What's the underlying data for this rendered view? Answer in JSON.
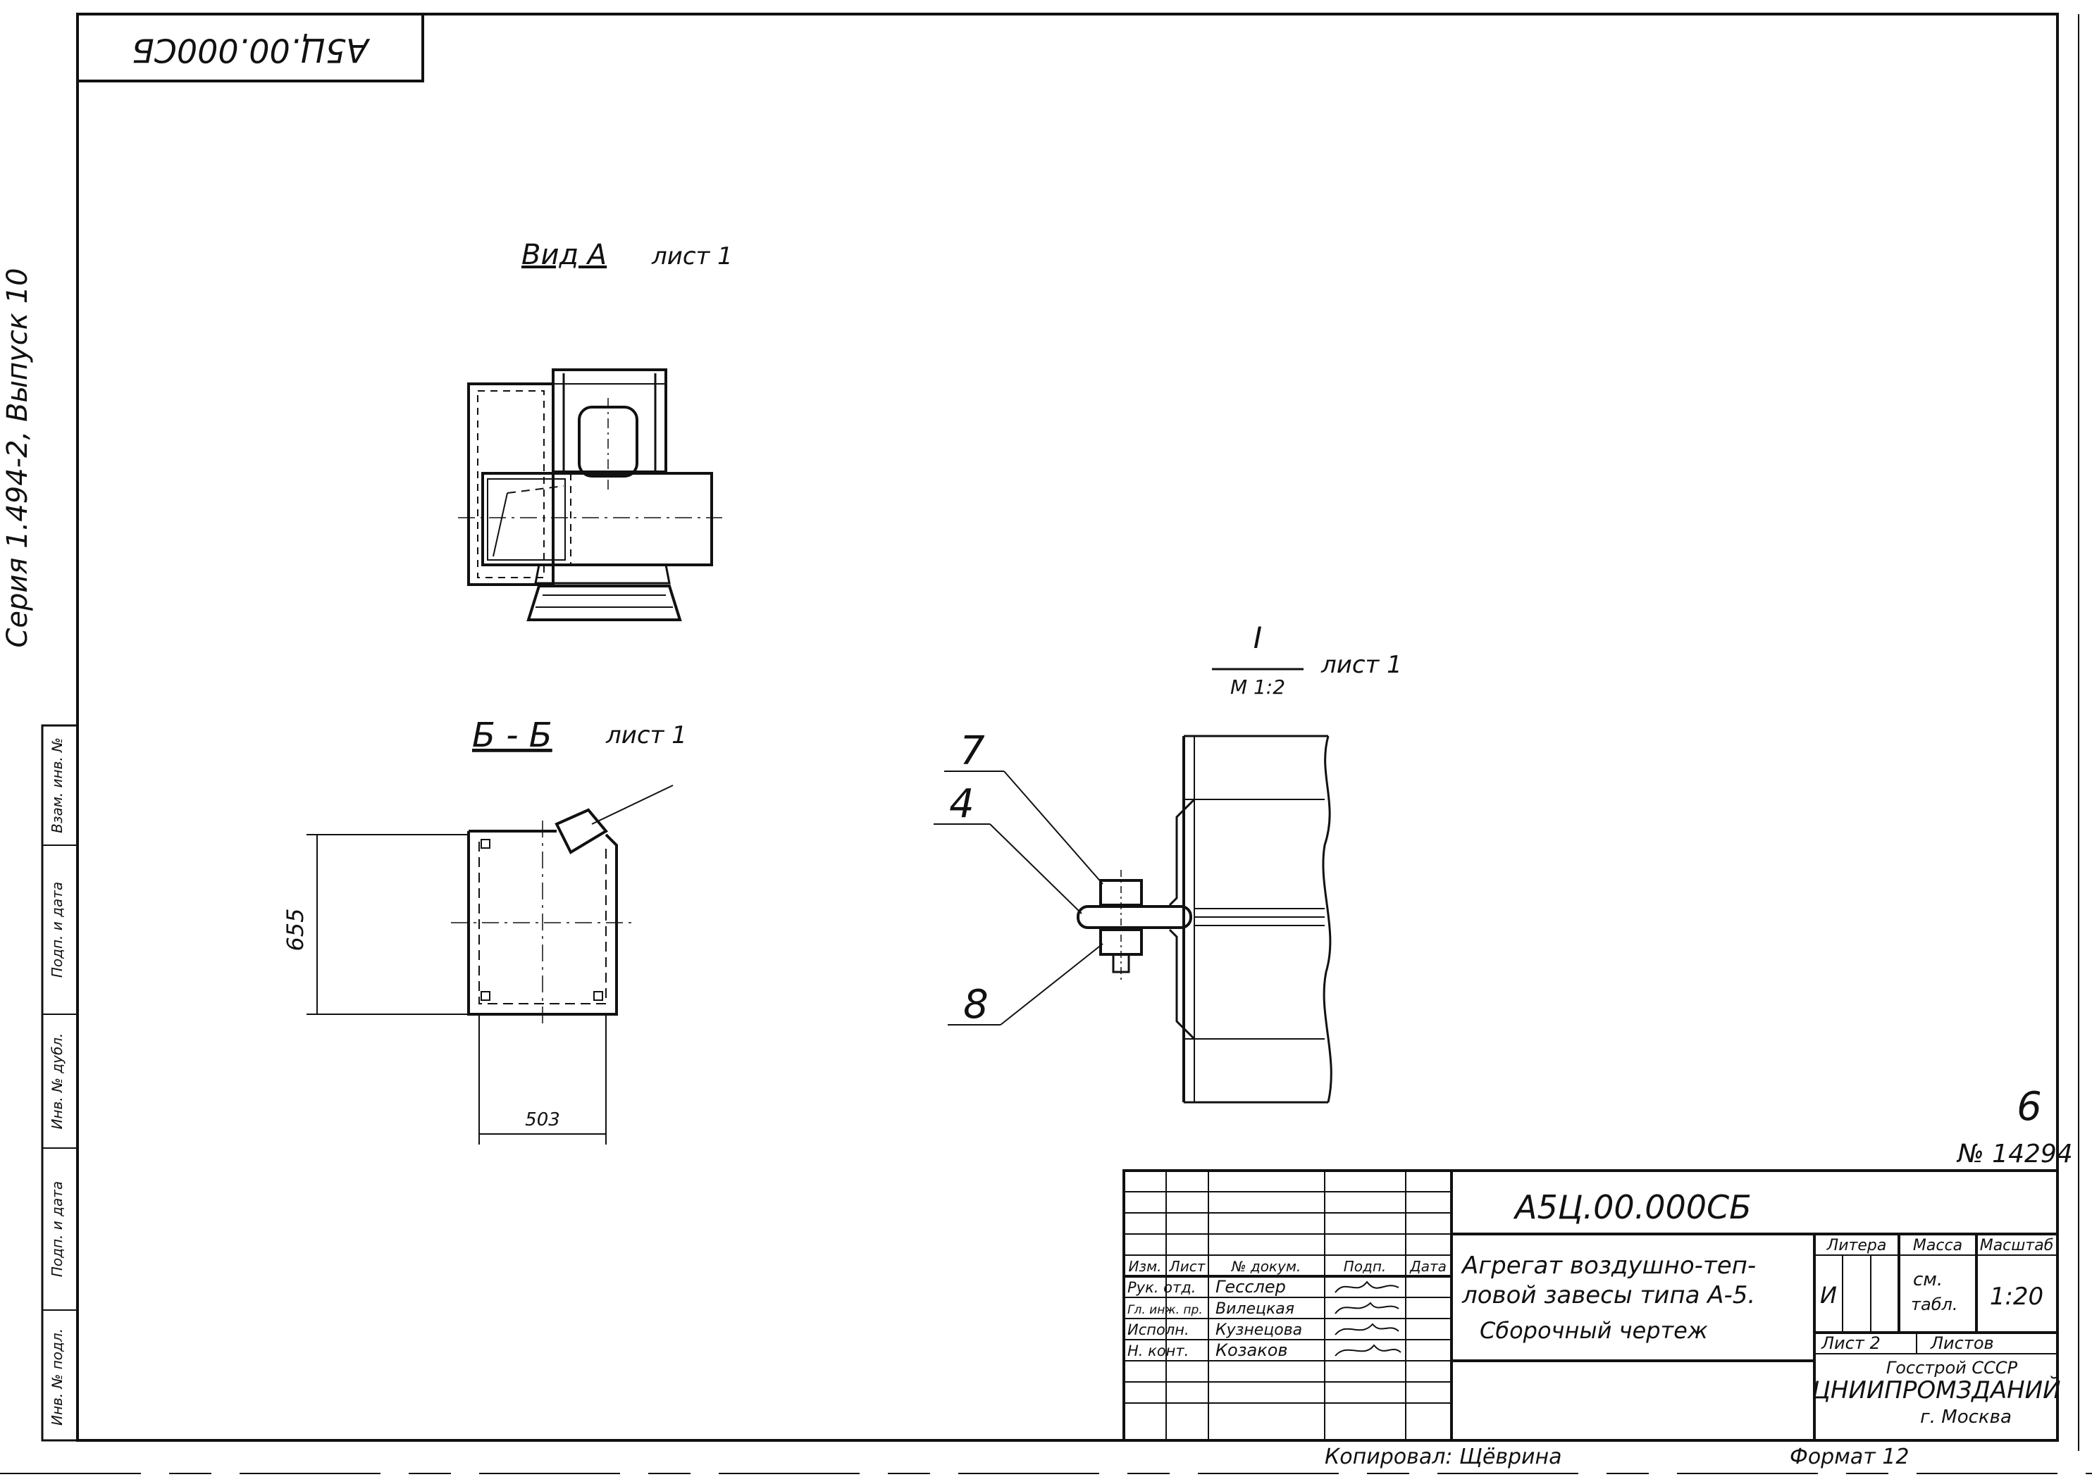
{
  "top_code": "А5Ц.00.000СБ",
  "side_series": "Серия 1.494-2, Выпуск 10",
  "side_columns": [
    "Взам. инв. №",
    "Подп. и дата",
    "Инв. № дубл.",
    "Подп. и дата",
    "Инв. № подл."
  ],
  "view_a": {
    "title": "Вид А",
    "sheet": "лист 1"
  },
  "section_bb": {
    "title": "Б - Б",
    "sheet": "лист 1",
    "dim_height": "655",
    "dim_width": "503"
  },
  "detail_i": {
    "title": "I",
    "scale": "М 1:2",
    "sheet": "лист 1",
    "callouts": [
      "7",
      "4",
      "8"
    ]
  },
  "page_number": "6",
  "inv_number": "№ 14294",
  "title_block": {
    "designation": "А5Ц.00.000СБ",
    "name_line1": "Агрегат воздушно-теп-",
    "name_line2": "ловой завесы типа А-5.",
    "name_line3": "Сборочный чертеж",
    "headers": [
      "Изм.",
      "Лист",
      "№ докум.",
      "Подп.",
      "Дата"
    ],
    "staff": [
      {
        "role": "Рук. отд.",
        "name": "Гесслер"
      },
      {
        "role": "Гл. инж. пр.",
        "name": "Вилецкая"
      },
      {
        "role": "Исполн.",
        "name": "Кузнецова"
      },
      {
        "role": "Н. конт.",
        "name": "Козаков"
      }
    ],
    "litera_label": "Литера",
    "litera_value": "И",
    "mass_label": "Масса",
    "mass_value_1": "см.",
    "mass_value_2": "табл.",
    "scale_label": "Масштаб",
    "scale_value": "1:20",
    "sheet_label": "Лист 2",
    "sheets_label": "Листов",
    "org_1": "Госстрой СССР",
    "org_2": "ЦНИИПРОМЗДАНИЙ",
    "org_3": "г. Москва"
  },
  "footer_copied": "Копировал: Щёврина",
  "footer_format": "Формат 12"
}
